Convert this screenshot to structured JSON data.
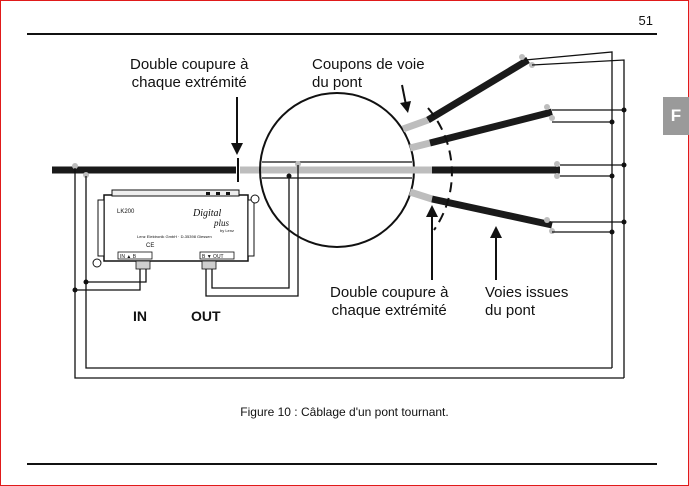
{
  "page": {
    "number": "51",
    "language_tab": "F",
    "caption": "Figure 10 : Câblage d'un pont tournant."
  },
  "labels": {
    "double_cut_top_line1": "Double coupure à",
    "double_cut_top_line2": "chaque extrémité",
    "bridge_coupons_line1": "Coupons de voie",
    "bridge_coupons_line2": "du pont",
    "double_cut_bottom_line1": "Double coupure à",
    "double_cut_bottom_line2": "chaque extrémité",
    "exit_tracks_line1": "Voies issues",
    "exit_tracks_line2": "du pont",
    "in_label": "IN",
    "out_label": "OUT"
  },
  "device": {
    "model": "LK200",
    "brand_line1": "Digital",
    "brand_line2": "plus",
    "brand_sub": "by Lenz",
    "maker": "Lenz Elektronik GmbH · D-35398 Giessen",
    "ce_mark": "CE",
    "in_terminals": "IN ▲ B",
    "out_terminals": "B ▼ OUT"
  },
  "colors": {
    "frame": "#e01a1a",
    "track": "#1a1a1a",
    "coupon": "#bdbdbd",
    "tab": "#9a9a9a"
  }
}
